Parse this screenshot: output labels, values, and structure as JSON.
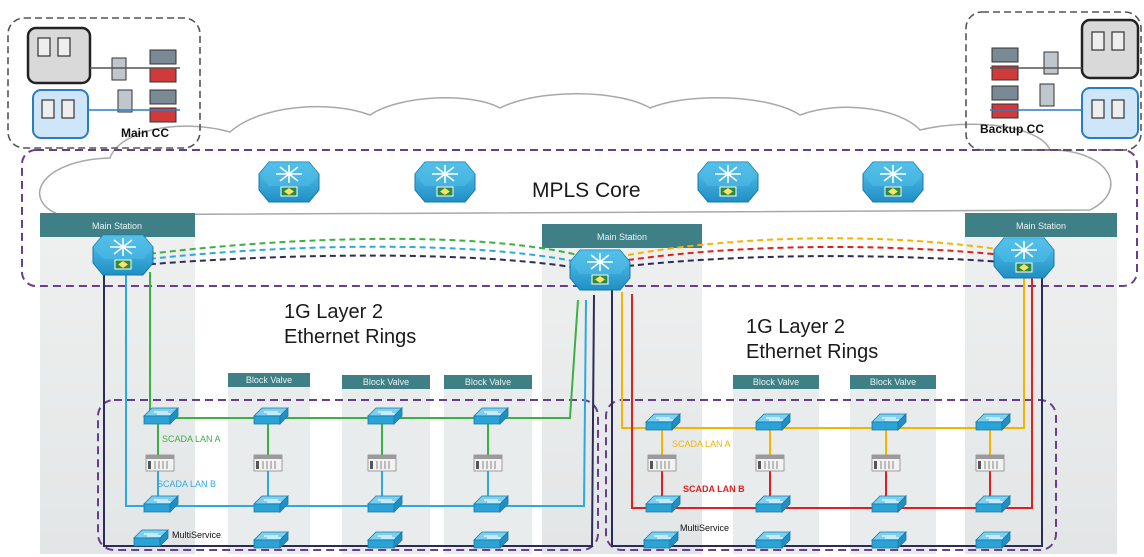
{
  "mpls_core": {
    "label": "MPLS Core"
  },
  "main_cc": {
    "label": "Main CC"
  },
  "backup_cc": {
    "label": "Backup CC"
  },
  "stations": {
    "left": "Main Station",
    "center": "Main Station",
    "right": "Main Station"
  },
  "rings": {
    "left": {
      "line1": "1G Layer 2",
      "line2": "Ethernet Rings"
    },
    "right": {
      "line1": "1G Layer 2",
      "line2": "Ethernet Rings"
    }
  },
  "block_valves": [
    "Block Valve",
    "Block Valve",
    "Block Valve",
    "Block Valve",
    "Block Valve"
  ],
  "lans": {
    "left_a": "SCADA LAN A",
    "left_b": "SCADA LAN B",
    "right_a": "SCADA LAN A",
    "right_b": "SCADA LAN B"
  },
  "multiservice": {
    "left": "MultiService",
    "right": "MultiService"
  },
  "colors": {
    "lan_a_left": "#3cb043",
    "lan_b_left": "#2ea9e0",
    "lan_a_right": "#f5b400",
    "lan_b_right": "#e02020",
    "multiservice": "#2c2c5a",
    "domain_border": "#6a3d8f",
    "station_header": "#3f7f86",
    "router": "#2aa3d6"
  }
}
